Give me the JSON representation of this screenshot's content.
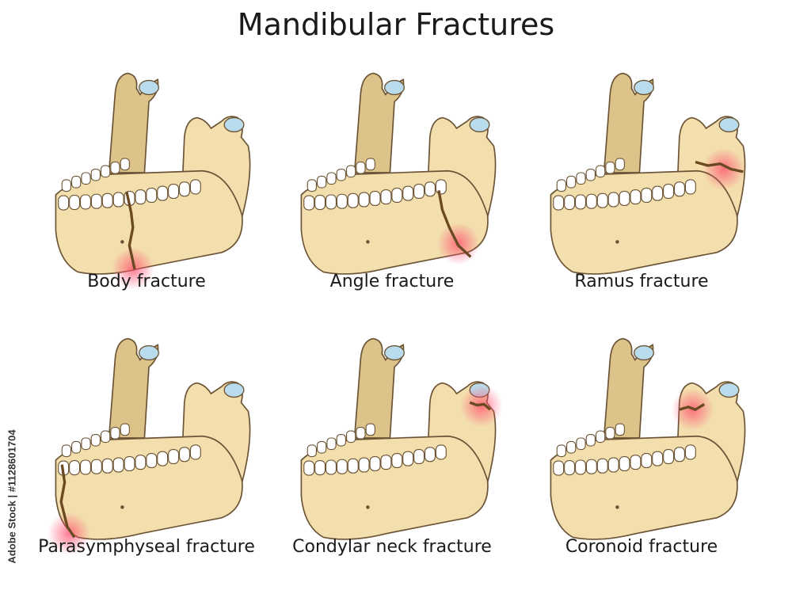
{
  "title": "Mandibular Fractures",
  "panels": [
    {
      "caption": "Body fracture",
      "fracture": "body"
    },
    {
      "caption": "Angle fracture",
      "fracture": "angle"
    },
    {
      "caption": "Ramus fracture",
      "fracture": "ramus"
    },
    {
      "caption": "Parasymphyseal fracture",
      "fracture": "parasymphyseal"
    },
    {
      "caption": "Condylar neck fracture",
      "fracture": "condylar"
    },
    {
      "caption": "Coronoid fracture",
      "fracture": "coronoid"
    }
  ],
  "watermark_text": "Adobe Stock | #1128601704",
  "colors": {
    "bone": "#f3dfae",
    "bone_shadow": "#dcc38a",
    "outline": "#6b5436",
    "teeth": "#ffffff",
    "cartilage": "#b9dcec",
    "crack": "#6b4a22",
    "highlight": "#ff4d6d"
  }
}
